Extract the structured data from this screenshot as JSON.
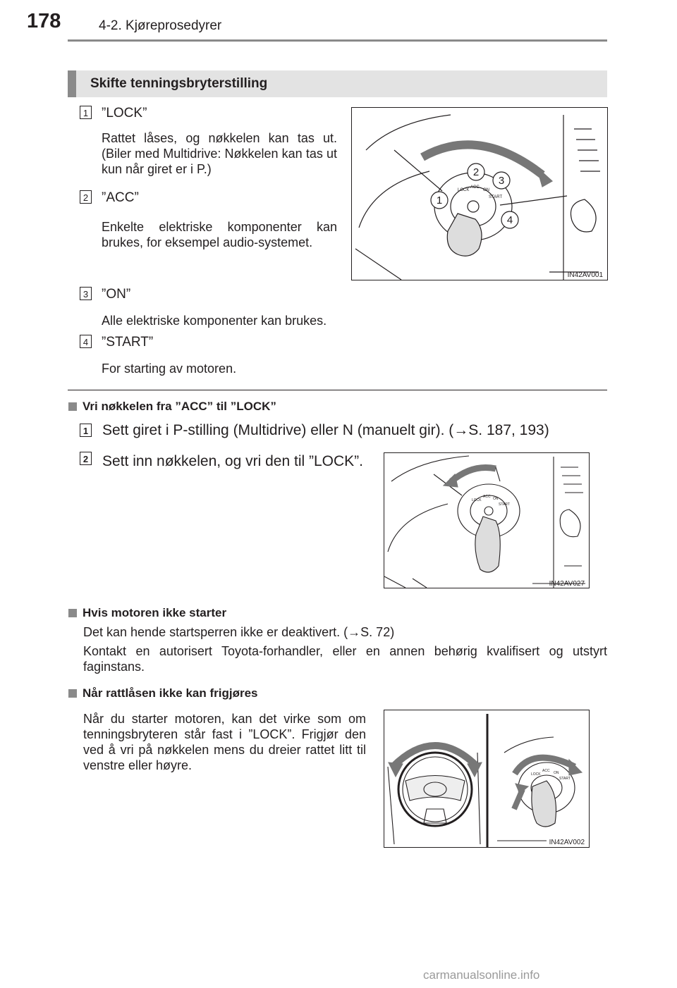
{
  "header": {
    "page_number": "178",
    "chapter": "4-2. Kjøreprosedyrer"
  },
  "section": {
    "title": "Skifte tenningsbryterstilling"
  },
  "positions": [
    {
      "num": "1",
      "title": "”LOCK”",
      "text": "Rattet låses, og nøkkelen kan tas ut. (Biler med Multidrive: Nøkkelen kan tas ut kun når giret er i P.)"
    },
    {
      "num": "2",
      "title": "”ACC”",
      "text": "Enkelte elektriske komponenter kan brukes, for eksempel audio-systemet."
    },
    {
      "num": "3",
      "title": "”ON”",
      "text": "Alle elektriske komponenter kan brukes."
    },
    {
      "num": "4",
      "title": "”START”",
      "text": "For starting av motoren."
    }
  ],
  "figures": {
    "fig1": {
      "code": "IN42AV001",
      "callouts": [
        "1",
        "2",
        "3",
        "4"
      ],
      "key_labels": [
        "LOCK",
        "ACC",
        "ON",
        "START"
      ]
    },
    "fig2": {
      "code": "IN42AV027",
      "key_labels": [
        "LOCK",
        "ACC",
        "ON",
        "START"
      ]
    },
    "fig3": {
      "code": "IN42AV002",
      "key_labels": [
        "LOCK",
        "ACC",
        "ON",
        "START"
      ]
    }
  },
  "subsection1": {
    "title": "Vri nøkkelen fra ”ACC” til ”LOCK”",
    "steps": [
      {
        "num": "1",
        "text": "Sett giret i P-stilling (Multidrive) eller N (manuelt gir). (→S. 187, 193)"
      },
      {
        "num": "2",
        "text": "Sett inn nøkkelen, og vri den til ”LOCK”."
      }
    ]
  },
  "subsection2": {
    "title": "Hvis motoren ikke starter",
    "line1": "Det kan hende startsperren ikke er deaktivert. (→S. 72)",
    "line2": "Kontakt en autorisert Toyota-forhandler, eller en annen behørig kvalifisert og utstyrt faginstans."
  },
  "subsection3": {
    "title": "Når rattlåsen ikke kan frigjøres",
    "text": "Når du starter motoren, kan det virke som om tenningsbryteren står fast i ”LOCK”. Frigjør den ved å vri på nøkkelen mens du dreier rattet litt til venstre eller høyre."
  },
  "footer": {
    "watermark": "carmanualsonline.info"
  }
}
